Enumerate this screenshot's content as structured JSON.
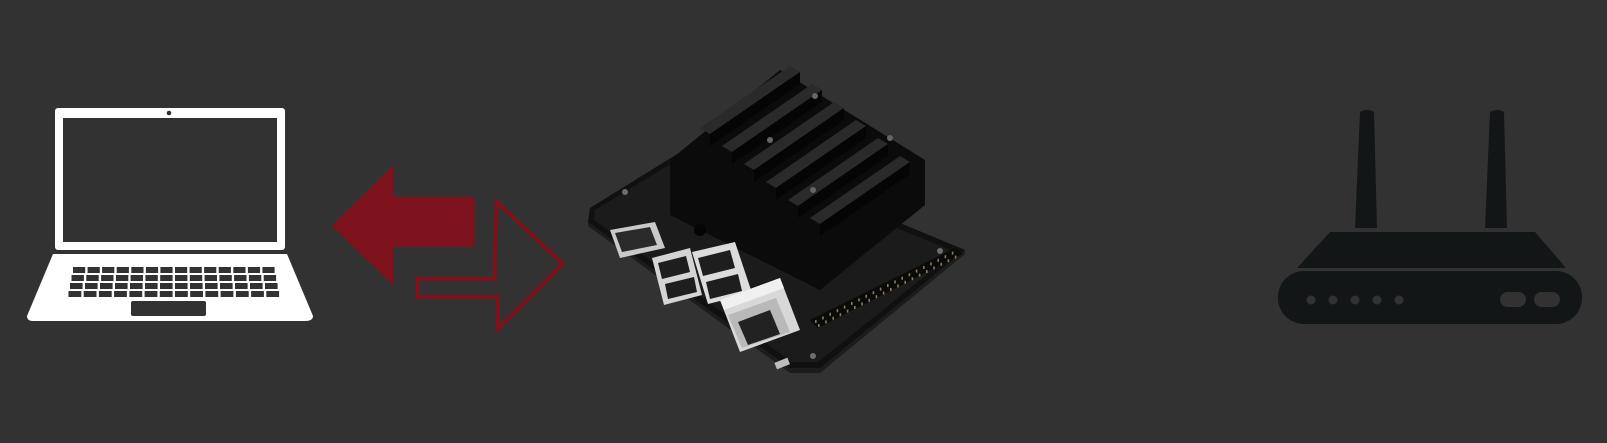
{
  "diagram": {
    "nodes": [
      {
        "id": "laptop",
        "icon": "laptop-icon"
      },
      {
        "id": "jetson",
        "icon": "single-board-computer-icon"
      },
      {
        "id": "router",
        "icon": "wifi-router-icon"
      }
    ],
    "edges": [
      {
        "from": "jetson",
        "to": "laptop",
        "style": "filled-arrow"
      },
      {
        "from": "laptop",
        "to": "jetson",
        "style": "outline-arrow"
      }
    ]
  },
  "colors": {
    "background": "#323232",
    "laptop": "#ffffff",
    "arrow": "#7d121c",
    "board": "#161616",
    "heatsink": "#111111",
    "router": "#131617"
  }
}
